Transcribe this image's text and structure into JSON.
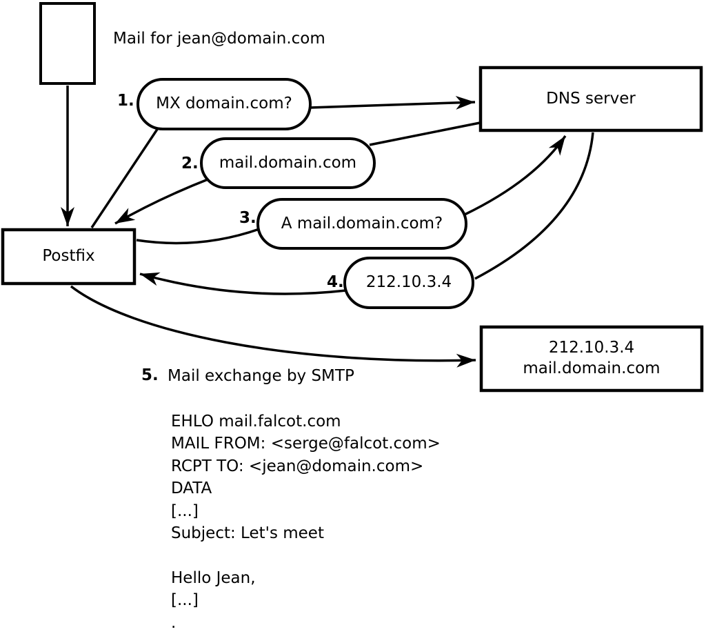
{
  "diagram": {
    "colors": {
      "stroke": "#000000",
      "node_fill": "#ffffff",
      "background": "#ffffff"
    },
    "mail_label": "Mail for jean@domain.com",
    "nodes": {
      "postfix": "Postfix",
      "dns_server": "DNS server",
      "destination": {
        "line1": "212.10.3.4",
        "line2": "mail.domain.com"
      }
    },
    "steps": [
      {
        "number": "1.",
        "label": "MX domain.com?"
      },
      {
        "number": "2.",
        "label": "mail.domain.com"
      },
      {
        "number": "3.",
        "label": "A mail.domain.com?"
      },
      {
        "number": "4.",
        "label": "212.10.3.4"
      },
      {
        "number": "5.",
        "label": "Mail exchange by SMTP"
      }
    ],
    "smtp_session": [
      "EHLO mail.falcot.com",
      "MAIL FROM: <serge@falcot.com>",
      "RCPT TO: <jean@domain.com>",
      "DATA",
      "[...]",
      "Subject: Let's meet",
      "",
      "Hello Jean,",
      "[...]",
      "."
    ]
  }
}
